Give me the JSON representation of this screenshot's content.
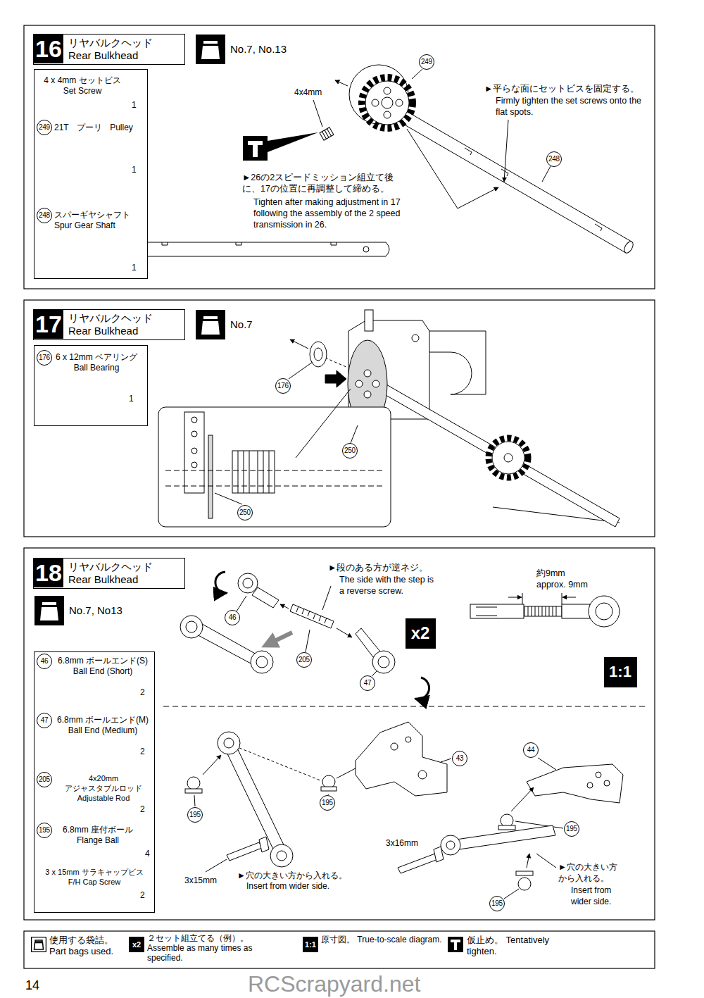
{
  "diagram": {
    "nodes": [
      {
        "text": [
          "16",
          "リヤバルクヘッド Rear Bulkhead"
        ]
      },
      {
        "text": [
          "No.7, No.13"
        ]
      },
      {
        "text": [
          "4 x 4mm セットビス Set Screw",
          "1",
          "249",
          "21T プーリ Pulley",
          "1",
          "248",
          "スパーギヤシャフト Spur Gear Shaft",
          "1"
        ]
      },
      {
        "text": [
          "17",
          "リヤバルクヘッド Rear Bulkhead"
        ]
      },
      {
        "text": [
          "No.7"
        ]
      },
      {
        "text": [
          "176",
          "6 x 12mm ベアリング Ball Bearing",
          "1"
        ]
      },
      {
        "text": [
          "18",
          "リヤバルクヘッド Rear Bulkhead"
        ]
      },
      {
        "text": [
          "No.7, No13"
        ]
      },
      {
        "text": [
          "46",
          "6.8mm ボールエンド(S) Ball End (Short)",
          "2",
          "47",
          "6.8mm ボールエンド(M) Ball End (Medium)",
          "2",
          "205",
          "4x20mm アジャスタブルロッド Adjustable Rod",
          "2",
          "195",
          "6.8mm 座付ボール Flange Ball",
          "4",
          "3 x 15mm サラキャップビス F/H Cap Screw",
          "2"
        ]
      },
      {
        "text": [
          "x2"
        ]
      },
      {
        "text": [
          "1:1"
        ]
      }
    ],
    "labels": [
      "249",
      "4x4mm",
      "248",
      "►平らな面にセットビスを固定する。",
      "Firmly tighten the set screws onto the flat spots.",
      "►26の2スピードミッション組立て後に、17の位置に再調整して締める。",
      "Tighten after making adjustment in 17 following the assembly of the 2 speed transmission in 26.",
      "176",
      "250",
      "250",
      "►段のある方が逆ネジ。",
      "The side with the step is a reverse screw.",
      "46",
      "205",
      "47",
      "約9mm approx. 9mm",
      "43",
      "44",
      "195",
      "195",
      "195",
      "195",
      "3x15mm",
      "►穴の大きい方から入れる。",
      "Insert from wider side.",
      "3x16mm",
      "►穴の大きい方から入れる。",
      "Insert from wider side.",
      "x2",
      "1:1",
      "14",
      "RCScrapyard.net"
    ],
    "legend": [
      {
        "text": "使用する袋詰。 Part bags used."
      },
      {
        "text": "２セット組立てる（例）。 Assemble as many times as specified."
      },
      {
        "text": "原寸図。 True-to-scale diagram."
      },
      {
        "text": "仮止め。 Tentatively tighten."
      }
    ]
  }
}
